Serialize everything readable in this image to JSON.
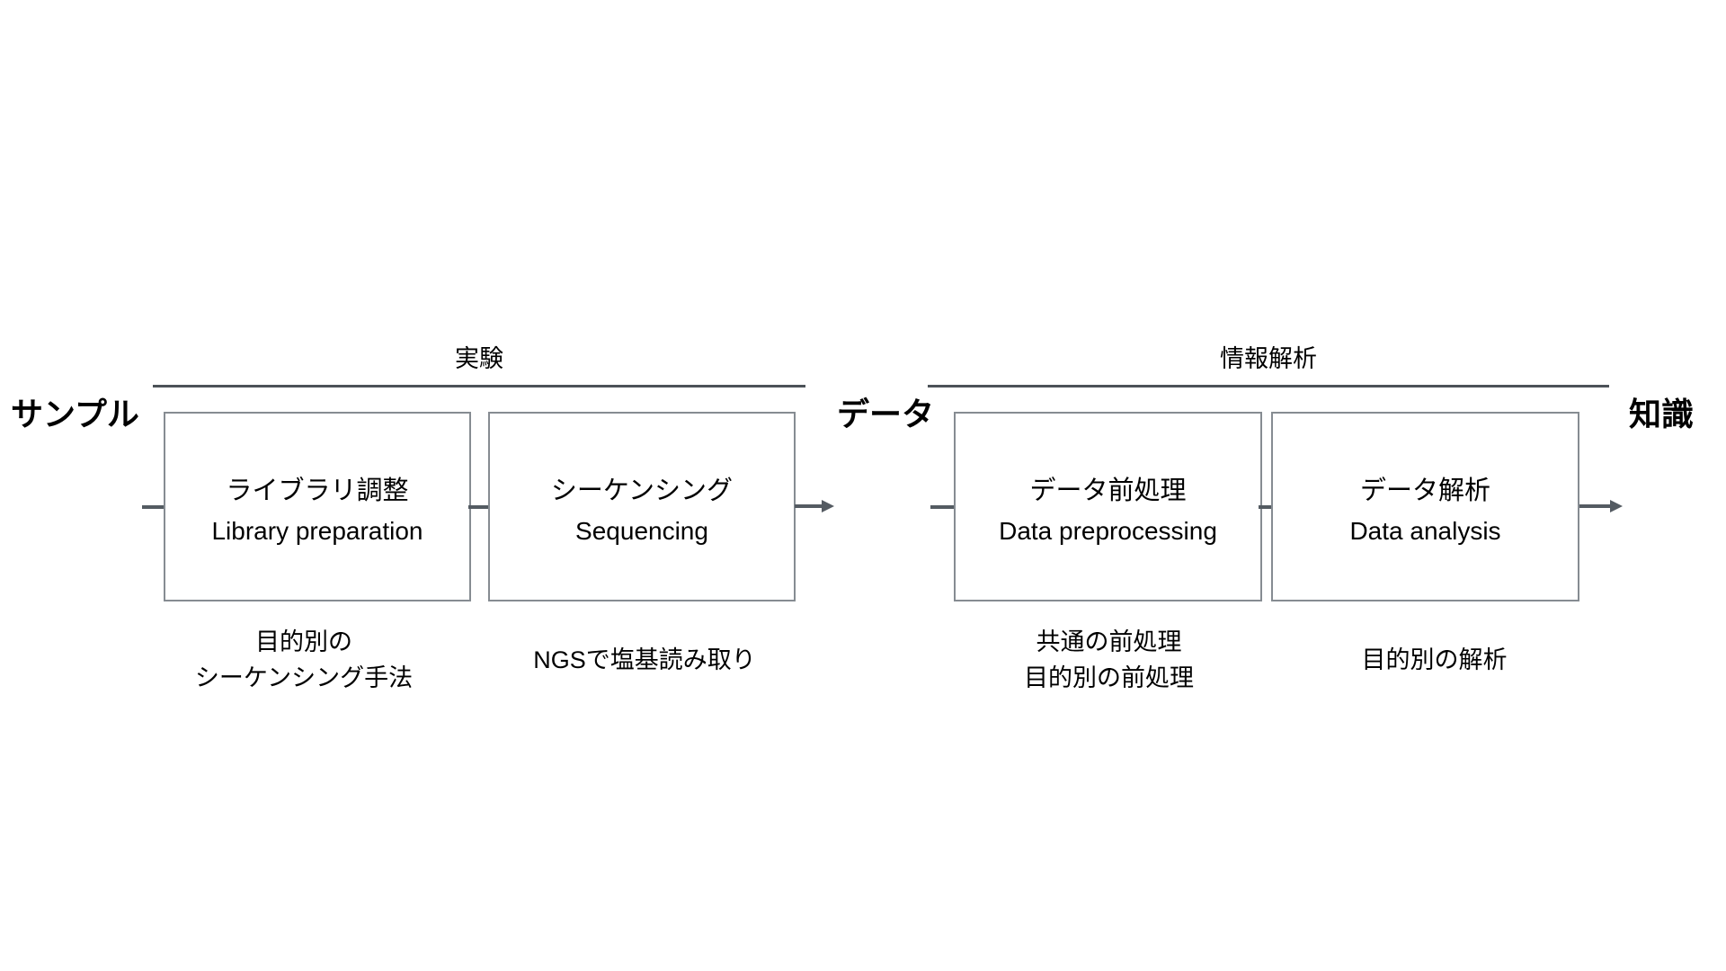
{
  "diagram": {
    "title_semantic": "NGS workflow: sample to knowledge",
    "colors": {
      "line": "#545b62",
      "box_border": "#868c92",
      "rule": "#4c5258",
      "text": "#000000",
      "background": "#ffffff"
    },
    "endpoints": [
      {
        "id": "sample",
        "label": "サンプル"
      },
      {
        "id": "data",
        "label": "データ"
      },
      {
        "id": "knowledge",
        "label": "知識"
      }
    ],
    "groups": [
      {
        "id": "experiment",
        "label": "実験"
      },
      {
        "id": "informatics",
        "label": "情報解析"
      }
    ],
    "steps": [
      {
        "id": "library-preparation",
        "jp": "ライブラリ調整",
        "en": "Library preparation",
        "caption": [
          "目的別の",
          "シーケンシング手法"
        ]
      },
      {
        "id": "sequencing",
        "jp": "シーケンシング",
        "en": "Sequencing",
        "caption": [
          "NGSで塩基読み取り"
        ]
      },
      {
        "id": "data-preprocessing",
        "jp": "データ前処理",
        "en": "Data preprocessing",
        "caption": [
          "共通の前処理",
          "目的別の前処理"
        ]
      },
      {
        "id": "data-analysis",
        "jp": "データ解析",
        "en": "Data analysis",
        "caption": [
          "目的別の解析"
        ]
      }
    ],
    "connectors": [
      {
        "id": "sample-to-step1",
        "kind": "line"
      },
      {
        "id": "step1-to-step2",
        "kind": "line"
      },
      {
        "id": "step2-to-data",
        "kind": "arrow"
      },
      {
        "id": "data-to-step3",
        "kind": "line"
      },
      {
        "id": "step3-to-step4",
        "kind": "line"
      },
      {
        "id": "step4-to-knowledge",
        "kind": "arrow"
      }
    ]
  }
}
